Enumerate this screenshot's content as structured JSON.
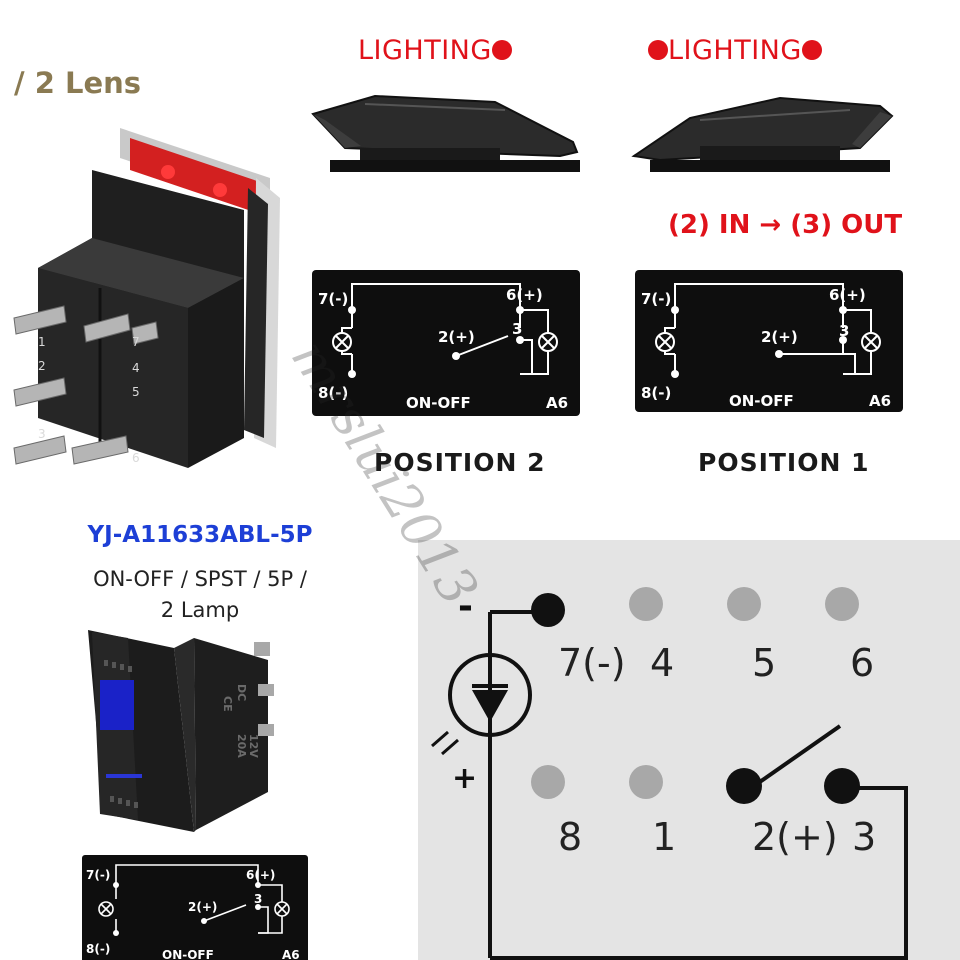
{
  "header": {
    "lens_title": "/ 2 Lens",
    "lighting_left": "LIGHTING",
    "lighting_right": "LIGHTING",
    "flow_text": "(2) IN → (3) OUT"
  },
  "panel_position2": {
    "pin7": "7(-)",
    "pin6": "6(+)",
    "pin2": "2(+)",
    "pin3": "3",
    "pin8": "8(-)",
    "mode": "ON-OFF",
    "code": "A6",
    "caption": "POSITION 2"
  },
  "panel_position1": {
    "pin7": "7(-)",
    "pin6": "6(+)",
    "pin2": "2(+)",
    "pin3": "3",
    "pin8": "8(-)",
    "mode": "ON-OFF",
    "code": "A6",
    "caption": "POSITION 1"
  },
  "product": {
    "model": "YJ-A11633ABL-5P",
    "desc_line1": "ON-OFF / SPST / 5P /",
    "desc_line2": "2 Lamp"
  },
  "panel_small": {
    "pin7": "7(-)",
    "pin6": "6(+)",
    "pin2": "2(+)",
    "pin3": "3",
    "pin8": "8(-)",
    "mode": "ON-OFF",
    "code": "A6"
  },
  "switch_left_pins": [
    "1",
    "2",
    "3"
  ],
  "switch_right_pins": [
    "7",
    "4",
    "5",
    "6"
  ],
  "switch_markings": [
    "CE",
    "20A",
    "12V",
    "DC"
  ],
  "pinout": {
    "minus": "-",
    "plus": "+",
    "top_row": [
      "7(-)",
      "4",
      "5",
      "6"
    ],
    "bottom_row": [
      "8",
      "1",
      "2(+)",
      "3"
    ]
  },
  "watermark": "mrslui2013",
  "colors": {
    "red": "#e0121a",
    "model_blue": "#1d3fd6",
    "lens_blue": "#1a22c8",
    "panel_black": "#0e0e0e"
  }
}
